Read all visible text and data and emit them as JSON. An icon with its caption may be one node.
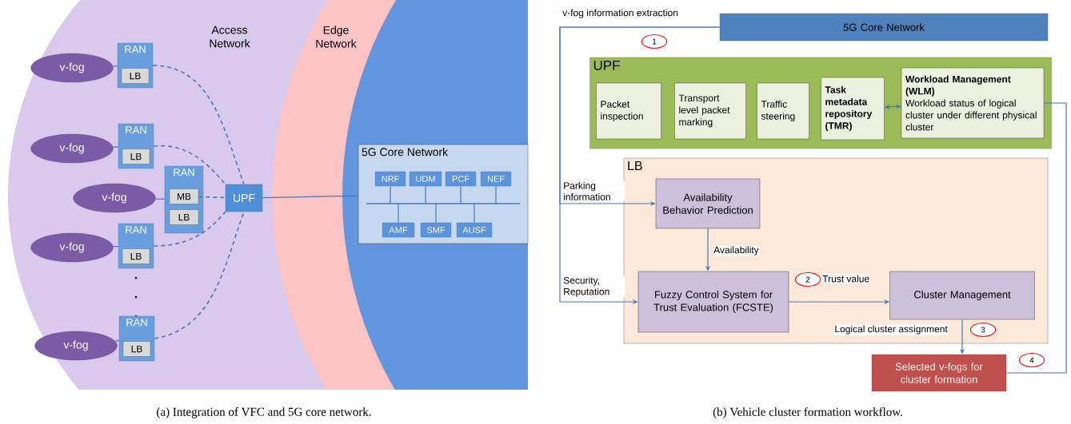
{
  "diagram": {
    "nodes": [
      {
        "text": [
          "v-fog"
        ]
      },
      {
        "text": [
          "RAN"
        ]
      },
      {
        "text": [
          "LB"
        ],
        "in": 1
      },
      {
        "text": [
          "v-fog"
        ]
      },
      {
        "text": [
          "RAN"
        ]
      },
      {
        "text": [
          "LB"
        ],
        "in": 4
      },
      {
        "text": [
          "v-fog"
        ]
      },
      {
        "text": [
          "RAN"
        ]
      },
      {
        "text": [
          "MB"
        ],
        "in": 7
      },
      {
        "text": [
          "LB"
        ],
        "in": 7
      },
      {
        "text": [
          "UPF"
        ]
      },
      {
        "text": [
          "v-fog"
        ]
      },
      {
        "text": [
          "RAN"
        ]
      },
      {
        "text": [
          "LB"
        ],
        "in": 12
      },
      {
        "text": [
          "v-fog"
        ]
      },
      {
        "text": [
          "RAN"
        ]
      },
      {
        "text": [
          "LB"
        ],
        "in": 15
      },
      {
        "text": [
          "5G Core Network"
        ]
      },
      {
        "text": [
          "NRF"
        ],
        "in": 17
      },
      {
        "text": [
          "UDM"
        ],
        "in": 17
      },
      {
        "text": [
          "PCF"
        ],
        "in": 17
      },
      {
        "text": [
          "NEF"
        ],
        "in": 17
      },
      {
        "text": [],
        "shape": "bar",
        "in": 17
      },
      {
        "text": [
          "AMF"
        ],
        "in": 17
      },
      {
        "text": [
          "SMF"
        ],
        "in": 17
      },
      {
        "text": [
          "AUSF"
        ],
        "in": 17
      },
      {
        "text": [
          "5G Core Network"
        ]
      },
      {
        "text": [
          "UPF"
        ]
      },
      {
        "text": [
          "Packet inspection"
        ],
        "in": 27
      },
      {
        "text": [
          "Transport level packet marking"
        ],
        "in": 27
      },
      {
        "text": [
          "Traffic steering"
        ],
        "in": 27
      },
      {
        "text": [
          "Task metadata repository (TMR)"
        ],
        "in": 27
      },
      {
        "text": [
          "Workload Management (WLM)",
          "Workload status of logical cluster under different physical cluster"
        ],
        "in": 27
      },
      {
        "text": [
          "LB"
        ]
      },
      {
        "text": [
          "Availability Behavior Prediction"
        ],
        "in": 33
      },
      {
        "text": [
          "Fuzzy Control System for Trust Evaluation (FCSTE)"
        ],
        "in": 33
      },
      {
        "text": [
          "Cluster Management"
        ],
        "in": 33
      },
      {
        "text": [
          "Selected v-fogs for cluster formation"
        ]
      },
      {
        "text": [
          "1"
        ]
      },
      {
        "text": [
          "2"
        ],
        "in": 33
      },
      {
        "text": [
          "3"
        ],
        "in": 33
      },
      {
        "text": [
          "4"
        ]
      }
    ],
    "edges": [
      {
        "from": 0,
        "to": 1,
        "arrow": "none"
      },
      {
        "from": 3,
        "to": 4,
        "arrow": "none"
      },
      {
        "from": 6,
        "to": 7,
        "arrow": "none"
      },
      {
        "from": 11,
        "to": 12,
        "arrow": "none"
      },
      {
        "from": 14,
        "to": 15,
        "arrow": "none"
      },
      {
        "from": 1,
        "to": 10,
        "arrow": "none",
        "style": "dashed"
      },
      {
        "from": 4,
        "to": 10,
        "arrow": "none",
        "style": "dashed"
      },
      {
        "from": 8,
        "to": 10,
        "arrow": "none",
        "style": "dashed"
      },
      {
        "from": 12,
        "to": 10,
        "arrow": "none",
        "style": "dashed"
      },
      {
        "from": 15,
        "to": 10,
        "arrow": "none",
        "style": "dashed"
      },
      {
        "from": 10,
        "to": 17,
        "arrow": "none"
      },
      {
        "from": 18,
        "to": 22,
        "arrow": "none"
      },
      {
        "from": 19,
        "to": 22,
        "arrow": "none"
      },
      {
        "from": 20,
        "to": 22,
        "arrow": "none"
      },
      {
        "from": 21,
        "to": 22,
        "arrow": "none"
      },
      {
        "from": 23,
        "to": 22,
        "arrow": "none"
      },
      {
        "from": 24,
        "to": 22,
        "arrow": "none"
      },
      {
        "from": 25,
        "to": 22,
        "arrow": "none"
      },
      {
        "from": 26,
        "to": 34,
        "arrow": "to",
        "label": "Parking information"
      },
      {
        "from": 26,
        "to": 35,
        "arrow": "to",
        "label": "Security, Reputation"
      },
      {
        "from": 31,
        "to": 32,
        "arrow": "both"
      },
      {
        "from": 34,
        "to": 35,
        "arrow": "to",
        "label": "Availability"
      },
      {
        "from": 35,
        "to": 36,
        "arrow": "to",
        "label": "Trust value"
      },
      {
        "from": 36,
        "to": 37,
        "arrow": "to",
        "label": "Logical cluster assignment"
      },
      {
        "from": 32,
        "to": 37,
        "arrow": "none"
      }
    ],
    "labels": [
      "Access Network",
      "Edge Network",
      "v-fog information extraction",
      "(a) Integration of VFC and 5G core network.",
      "(b) Vehicle cluster formation workflow."
    ]
  }
}
